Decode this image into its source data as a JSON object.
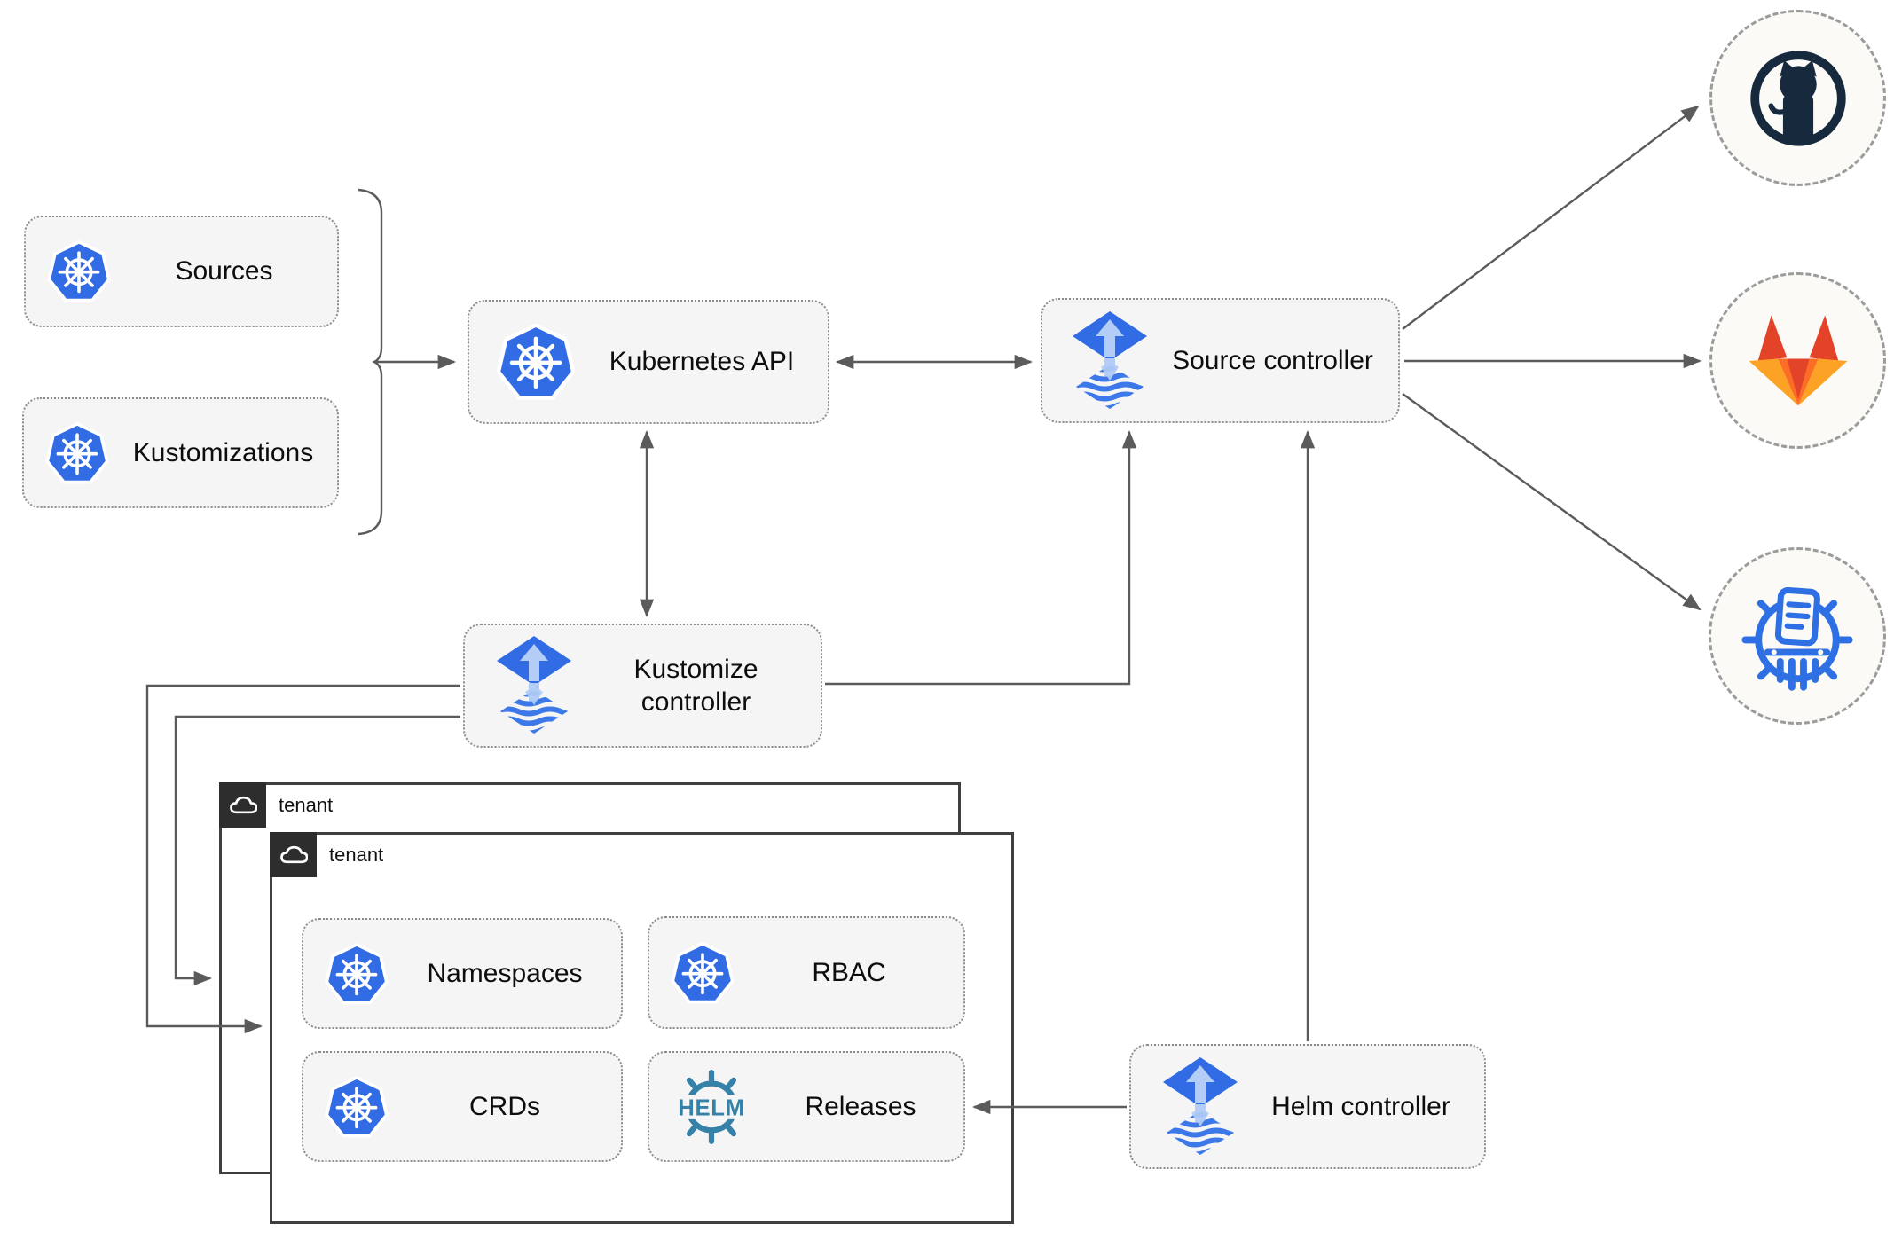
{
  "nodes": {
    "sources": {
      "label": "Sources",
      "icon": "kubernetes-icon"
    },
    "kustomizations": {
      "label": "Kustomizations",
      "icon": "kubernetes-icon"
    },
    "kubernetes_api": {
      "label": "Kubernetes API",
      "icon": "kubernetes-icon"
    },
    "source_controller": {
      "label": "Source controller",
      "icon": "flux-icon"
    },
    "kustomize_controller": {
      "label": "Kustomize controller",
      "icon": "flux-icon"
    },
    "helm_controller": {
      "label": "Helm controller",
      "icon": "flux-icon"
    },
    "namespaces": {
      "label": "Namespaces",
      "icon": "kubernetes-icon"
    },
    "rbac": {
      "label": "RBAC",
      "icon": "kubernetes-icon"
    },
    "crds": {
      "label": "CRDs",
      "icon": "kubernetes-icon"
    },
    "releases": {
      "label": "Releases",
      "icon": "helm-icon"
    }
  },
  "groups": {
    "tenant_outer": {
      "label": "tenant",
      "icon": "cloud-icon"
    },
    "tenant_inner": {
      "label": "tenant",
      "icon": "cloud-icon"
    }
  },
  "endpoints": {
    "github": {
      "icon": "github-icon"
    },
    "gitlab": {
      "icon": "gitlab-icon"
    },
    "chartmuseum": {
      "icon": "chartmuseum-icon"
    }
  },
  "logo_text": {
    "helm": "HELM"
  },
  "colors": {
    "kubernetes_blue": "#326ce5",
    "flux_blue": "#316ce4",
    "flux_arrow_light": "#b3cdf6",
    "flux_stripes": "#3d78e8",
    "helm_teal": "#3581a8",
    "chartmuseum_blue": "#2f6fe4",
    "github_dark": "#16293d",
    "gitlab_red": "#e24329",
    "gitlab_orange": "#fc6d26",
    "gitlab_light_orange": "#fca326",
    "connector_gray": "#5b5b5b",
    "node_fill": "#f5f5f5",
    "tenant_tab_dark": "#2d2d2d",
    "endpoint_fill": "#fbfaf6"
  }
}
